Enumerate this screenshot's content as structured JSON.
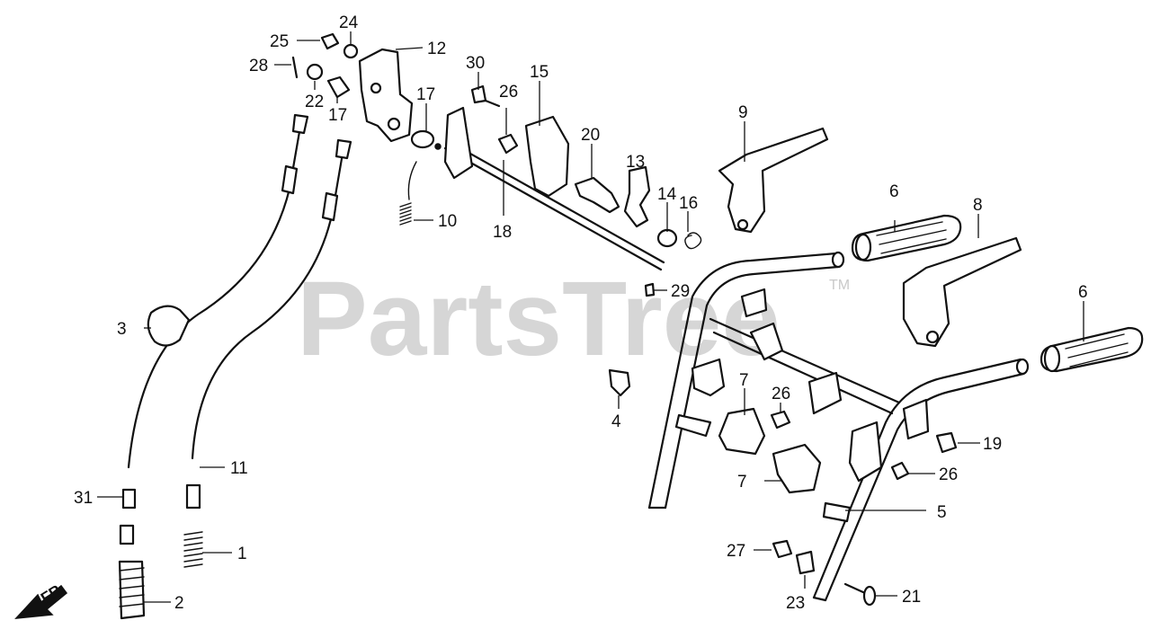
{
  "watermark": {
    "text": "PartsTree",
    "mark": "TM"
  },
  "direction_marker": {
    "label": "FR.",
    "icon": "front-arrow-icon"
  },
  "callouts": [
    {
      "id": "c1",
      "label": "1"
    },
    {
      "id": "c2",
      "label": "2"
    },
    {
      "id": "c3",
      "label": "3"
    },
    {
      "id": "c4",
      "label": "4"
    },
    {
      "id": "c5",
      "label": "5"
    },
    {
      "id": "c6a",
      "label": "6"
    },
    {
      "id": "c6b",
      "label": "6"
    },
    {
      "id": "c7a",
      "label": "7"
    },
    {
      "id": "c7b",
      "label": "7"
    },
    {
      "id": "c8",
      "label": "8"
    },
    {
      "id": "c9",
      "label": "9"
    },
    {
      "id": "c10",
      "label": "10"
    },
    {
      "id": "c11",
      "label": "11"
    },
    {
      "id": "c12",
      "label": "12"
    },
    {
      "id": "c13",
      "label": "13"
    },
    {
      "id": "c14",
      "label": "14"
    },
    {
      "id": "c15",
      "label": "15"
    },
    {
      "id": "c16",
      "label": "16"
    },
    {
      "id": "c17a",
      "label": "17"
    },
    {
      "id": "c17b",
      "label": "17"
    },
    {
      "id": "c18",
      "label": "18"
    },
    {
      "id": "c19",
      "label": "19"
    },
    {
      "id": "c20",
      "label": "20"
    },
    {
      "id": "c21",
      "label": "21"
    },
    {
      "id": "c22",
      "label": "22"
    },
    {
      "id": "c23",
      "label": "23"
    },
    {
      "id": "c24",
      "label": "24"
    },
    {
      "id": "c25",
      "label": "25"
    },
    {
      "id": "c26a",
      "label": "26"
    },
    {
      "id": "c26b",
      "label": "26"
    },
    {
      "id": "c26c",
      "label": "26"
    },
    {
      "id": "c27",
      "label": "27"
    },
    {
      "id": "c28",
      "label": "28"
    },
    {
      "id": "c29",
      "label": "29"
    },
    {
      "id": "c30",
      "label": "30"
    },
    {
      "id": "c31",
      "label": "31"
    }
  ]
}
